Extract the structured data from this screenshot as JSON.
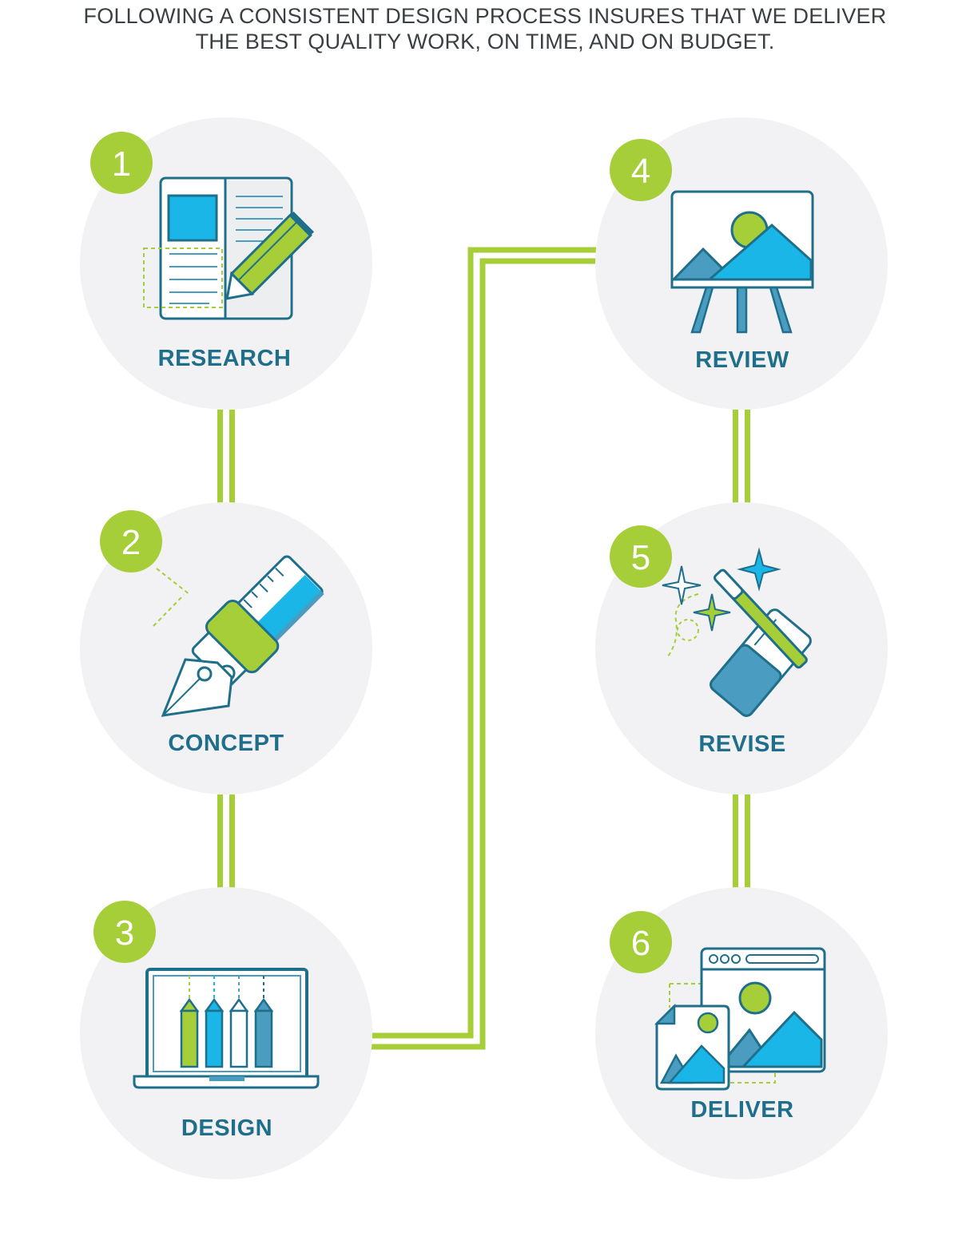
{
  "headline": {
    "line1": "FOLLOWING A CONSISTENT DESIGN PROCESS INSURES THAT WE DELIVER",
    "line2": "THE BEST QUALITY WORK, ON TIME, AND ON BUDGET."
  },
  "colors": {
    "circle_bg": "#f2f2f4",
    "green": "#a6ce39",
    "blue": "#1bb6e8",
    "dark_blue": "#1f6f8b",
    "steel_blue": "#4a9cc0"
  },
  "steps": [
    {
      "number": "1",
      "label": "RESEARCH",
      "icon": "document-pencil-icon"
    },
    {
      "number": "2",
      "label": "CONCEPT",
      "icon": "pen-nib-ruler-icon"
    },
    {
      "number": "3",
      "label": "DESIGN",
      "icon": "laptop-pencils-icon"
    },
    {
      "number": "4",
      "label": "REVIEW",
      "icon": "easel-landscape-icon"
    },
    {
      "number": "5",
      "label": "REVISE",
      "icon": "magic-wand-eraser-icon"
    },
    {
      "number": "6",
      "label": "DELIVER",
      "icon": "browser-images-icon"
    }
  ]
}
